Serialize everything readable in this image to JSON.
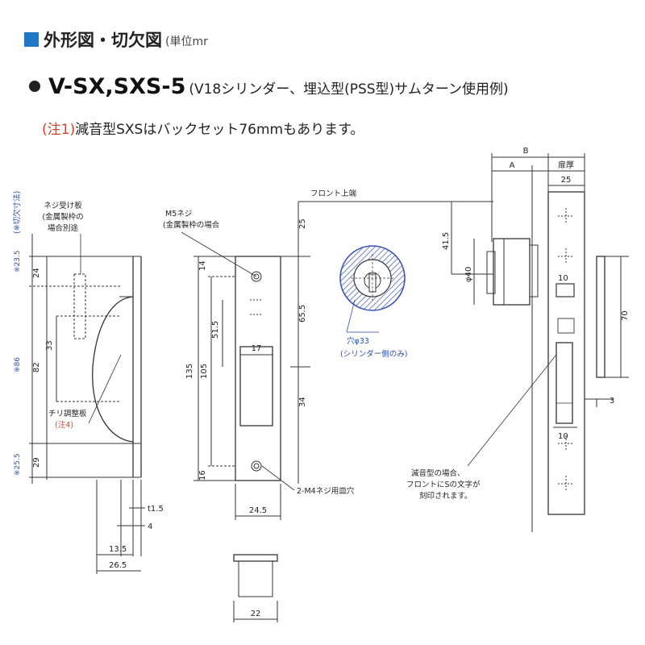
{
  "header": {
    "title": "外形図・切欠図",
    "unit": "(単位mr"
  },
  "model": {
    "name": "V-SX,SXS-5",
    "description": "(V18シリンダー、埋込型(PSS型)サムターン使用例)"
  },
  "note": {
    "tag": "(注1)",
    "text": "減音型SXSはバックセット76mmもあります。"
  },
  "left_view": {
    "label_screw_plate": [
      "ネジ受け板",
      "(金属製枠の",
      "場合別途"
    ],
    "label_chiri": "チリ調整板",
    "label_chiri_note": "(注4)",
    "label_blue_note": "(※切欠寸法)",
    "dims_blue": [
      "※23.5",
      "※86",
      "※25.5"
    ],
    "dims": [
      "24",
      "33",
      "82",
      "29",
      "t1.5",
      "4",
      "13.5",
      "26.5"
    ]
  },
  "front_view": {
    "label_m5": "M5ネジ",
    "label_m5_sub": "(金属製枠の場合",
    "label_m4": "2-M4ネジ用皿穴",
    "dims": [
      "14",
      "51.5",
      "105",
      "135",
      "16",
      "17",
      "24.5",
      "22",
      "25",
      "65.5",
      "34"
    ]
  },
  "cylinder_view": {
    "label_front_top": "フロント上端",
    "label_hole": "穴φ33",
    "label_hole_sub": "(シリンダー側のみ)"
  },
  "side_view": {
    "dims": [
      "B",
      "A",
      "扉厚",
      "25",
      "41.5",
      "φ40",
      "10",
      "70",
      "3",
      "10"
    ],
    "label_case": [
      "減音型の場合、",
      "フロントにSの文字が",
      "刻印されます。"
    ]
  },
  "colors": {
    "accent": "#1f76c4",
    "note_red": "#d2412b",
    "dim_blue": "#2a4fa8",
    "hatch_blue": "#3a55b0"
  }
}
